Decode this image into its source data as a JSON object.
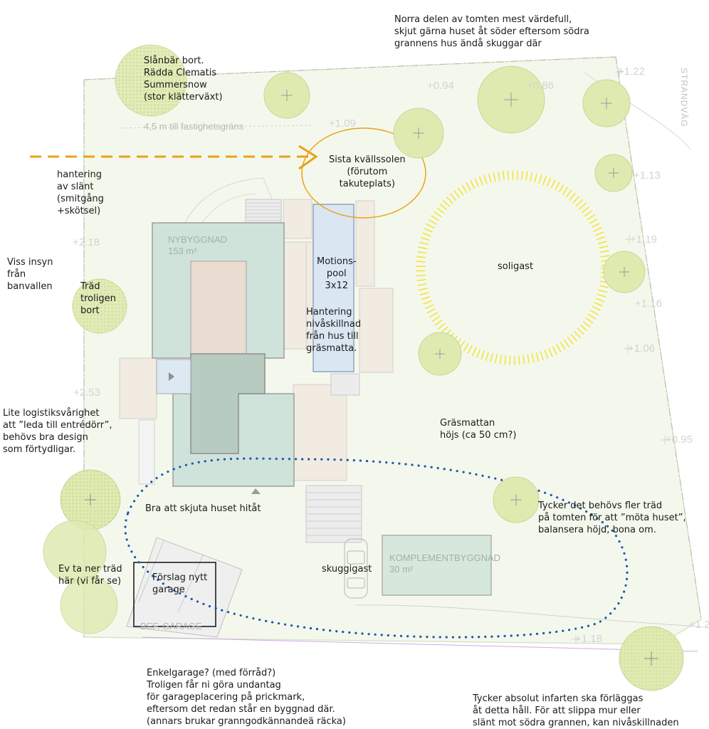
{
  "notes": {
    "north": "Norra delen av tomten mest värdefull,\nskjut gärna huset åt söder eftersom södra\ngrannens hus ändå skuggar där",
    "slanbar": "Slånbär bort.\nRädda Clematis\nSummersnow\n(stor klätterväxt)",
    "hantering_slant": "hantering\nav slänt\n(smitgång\n+skötsel)",
    "insyn": "Viss insyn\nfrån\nbanvallen",
    "trad_bort": "Träd\ntroligen\nbort",
    "kvallssol": "Sista kvällssolen\n(förutom\ntakuteplats)",
    "pool": "Motions-\npool\n3x12",
    "nivaskillnad": "Hantering\nnivåskillnad\nfrån hus till\ngräsmatta.",
    "soligast": "soligast",
    "logistik": "Lite logistiksvårighet\natt ”leda till entrédörr”,\nbehövs bra design\nsom förtydligar.",
    "grasmattan": "Gräsmattan\nhöjs (ca 50 cm?)",
    "skjuta_huset": "Bra att skjuta huset hitåt",
    "fler_trad": "Tycker det behövs fler träd\npå tomten för att ”möta huset”,\nbalansera höjd, bona om.",
    "ta_ner_trad": "Ev ta ner träd\nhär (vi får se)",
    "nytt_garage": "Förslag nytt\ngarage",
    "skuggigast": "skuggigast",
    "enkelgarage": "Enkelgarage? (med förråd?)\nTroligen får ni göra undantag\nför garageplacering på prickmark,\neftersom det redan står en byggnad där.\n(annars brukar granngodkännandeä räcka)",
    "infarten": "Tycker absolut infarten ska förläggas\nåt detta håll. För att slippa mur eller\nslänt mot södra grannen, kan nivåskillnaden"
  },
  "plan_labels": {
    "fastighetsgrans": "4,5 m till fastighetsgräns",
    "strandvag": "STRANDVÄG",
    "nybyggnad": "NYBYGGNAD\n153 m²",
    "komplement": "KOMPLEMENTBYGGNAD\n30 m²",
    "bef_garage": "BEF. GARAGE"
  },
  "elevations": [
    "+0.94",
    "+0.86",
    "+1.09",
    "+1.22",
    "+1.13",
    "+1.19",
    "+1.16",
    "+1.06",
    "+0.95",
    "+1.18",
    "+2.53",
    "+2.18",
    "+1.2"
  ],
  "colors": {
    "plot_fill": "#f4f8ec",
    "house": "#cfe3da",
    "arrow": "#e8a317",
    "dotted": "#1f57b0",
    "sun": "#f2e23a",
    "tree": "#dfeab0"
  }
}
